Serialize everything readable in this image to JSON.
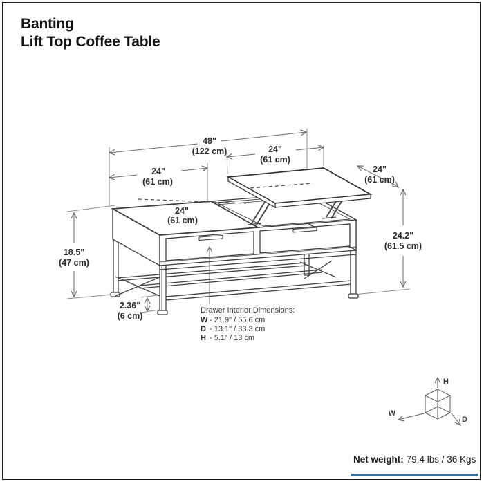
{
  "header": {
    "title_line1": "Banting",
    "title_line2": "Lift Top Coffee Table"
  },
  "dimensions": {
    "overall_width": {
      "in": "48\"",
      "cm": "(122 cm)"
    },
    "left_section_width": {
      "in": "24\"",
      "cm": "(61 cm)"
    },
    "lift_top_width": {
      "in": "24\"",
      "cm": "(61 cm)"
    },
    "lift_top_depth": {
      "in": "24\"",
      "cm": "(61 cm)"
    },
    "table_top_depth": {
      "in": "24\"",
      "cm": "(61 cm)"
    },
    "table_height": {
      "in": "18.5\"",
      "cm": "(47 cm)"
    },
    "lift_top_height": {
      "in": "24.2\"",
      "cm": "(61.5 cm)"
    },
    "base_clearance": {
      "in": "2.36\"",
      "cm": "(6 cm)"
    }
  },
  "drawer_interior": {
    "heading": "Drawer Interior Dimensions:",
    "rows": [
      {
        "key": "W",
        "value": "- 21.9\" / 55.6 cm"
      },
      {
        "key": "D",
        "value": "- 13.1\" / 33.3 cm"
      },
      {
        "key": "H",
        "value": "- 5.1\" / 13 cm"
      }
    ]
  },
  "axis_cube": {
    "w": "W",
    "h": "H",
    "d": "D"
  },
  "footer": {
    "net_weight_label": "Net weight:",
    "net_weight_value": "79.4 lbs / 36 Kgs"
  },
  "colors": {
    "accent_line": "#2374b5"
  }
}
